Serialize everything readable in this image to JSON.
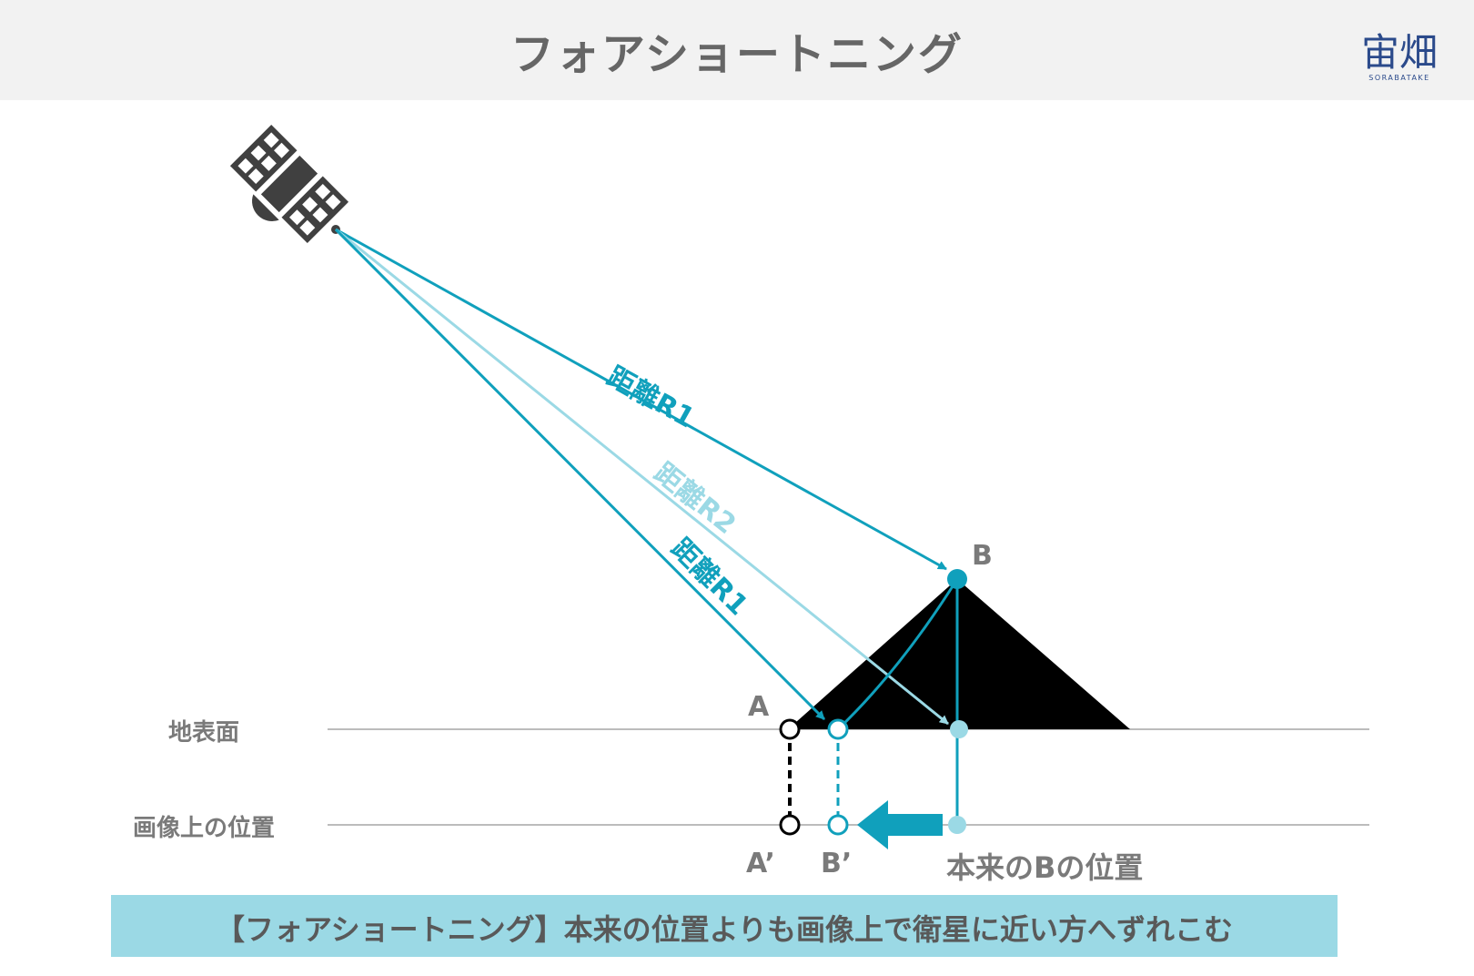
{
  "header": {
    "title": "フォアショートニング",
    "logo_text": "宙畑",
    "logo_subtext": "SORABATAKE"
  },
  "diagram": {
    "row_labels": {
      "ground": "地表面",
      "image": "画像上の位置"
    },
    "distance_labels": {
      "upper_r1": "距離R1",
      "r2": "距離R2",
      "lower_r1": "距離R1"
    },
    "point_labels": {
      "a": "A",
      "b": "B",
      "a_prime": "A’",
      "b_prime": "B’",
      "original_b": "本来のBの位置"
    }
  },
  "caption": "【フォアショートニング】本来の位置よりも画像上で衛星に近い方へずれこむ",
  "colors": {
    "teal": "#10a0bc",
    "light_teal": "#9bd9e5",
    "gray_text": "#7a7a7a",
    "header_bg": "#f2f2f2",
    "black": "#000000",
    "satellite": "#404040"
  },
  "icons": [
    "satellite-icon",
    "left-arrow-icon"
  ]
}
